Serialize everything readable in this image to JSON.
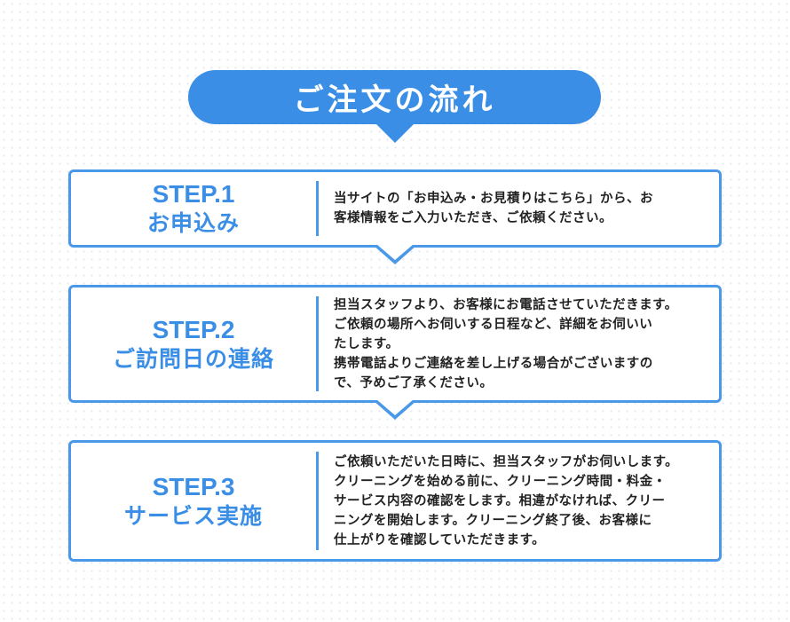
{
  "title": "ご注文の流れ",
  "steps": [
    {
      "step": "STEP.1",
      "name": "お申込み",
      "lines": [
        "当サイトの「お申込み・お見積りはこちら」から、お",
        "客様情報をご入力いただき、ご依頼ください。"
      ]
    },
    {
      "step": "STEP.2",
      "name": "ご訪問日の連絡",
      "lines": [
        "担当スタッフより、お客様にお電話させていただきます。",
        "ご依頼の場所へお伺いする日程など、詳細をお伺いい",
        "たします。",
        "携帯電話よりご連絡を差し上げる場合がございますの",
        "で、予めご了承ください。"
      ]
    },
    {
      "step": "STEP.3",
      "name": "サービス実施",
      "lines": [
        "ご依頼いただいた日時に、担当スタッフがお伺いします。",
        "クリーニングを始める前に、クリーニング時間・料金・",
        "サービス内容の確認をします。相違がなければ、クリー",
        "ニングを開始します。クリーニング終了後、お客様に",
        "仕上がりを確認していただきます。"
      ]
    }
  ],
  "colors": {
    "accent": "#3a8ee6",
    "border": "#4a98e8",
    "text": "#222222"
  }
}
